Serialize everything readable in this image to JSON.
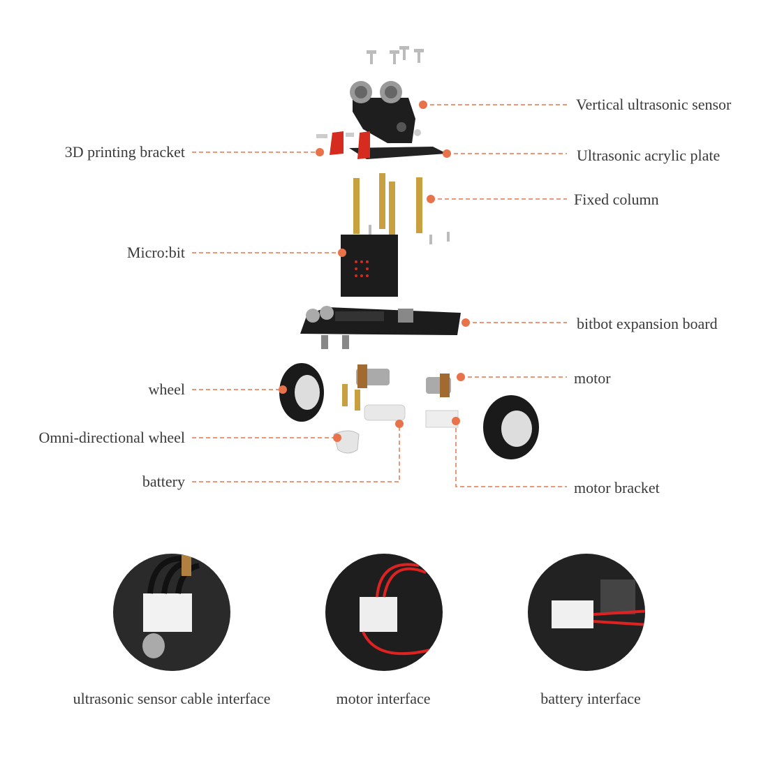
{
  "accent_color": "#e8734a",
  "callouts_right": [
    {
      "label": "Vertical ultrasonic sensor"
    },
    {
      "label": "Ultrasonic acrylic plate"
    },
    {
      "label": "Fixed column"
    },
    {
      "label": "bitbot expansion board"
    },
    {
      "label": "motor"
    },
    {
      "label": "motor bracket"
    }
  ],
  "callouts_left": [
    {
      "label": "3D printing bracket"
    },
    {
      "label": "Micro:bit"
    },
    {
      "label": "wheel"
    },
    {
      "label": "Omni-directional wheel"
    },
    {
      "label": "battery"
    }
  ],
  "interfaces": [
    {
      "label": "ultrasonic sensor cable interface"
    },
    {
      "label": "motor interface"
    },
    {
      "label": "battery interface"
    }
  ]
}
